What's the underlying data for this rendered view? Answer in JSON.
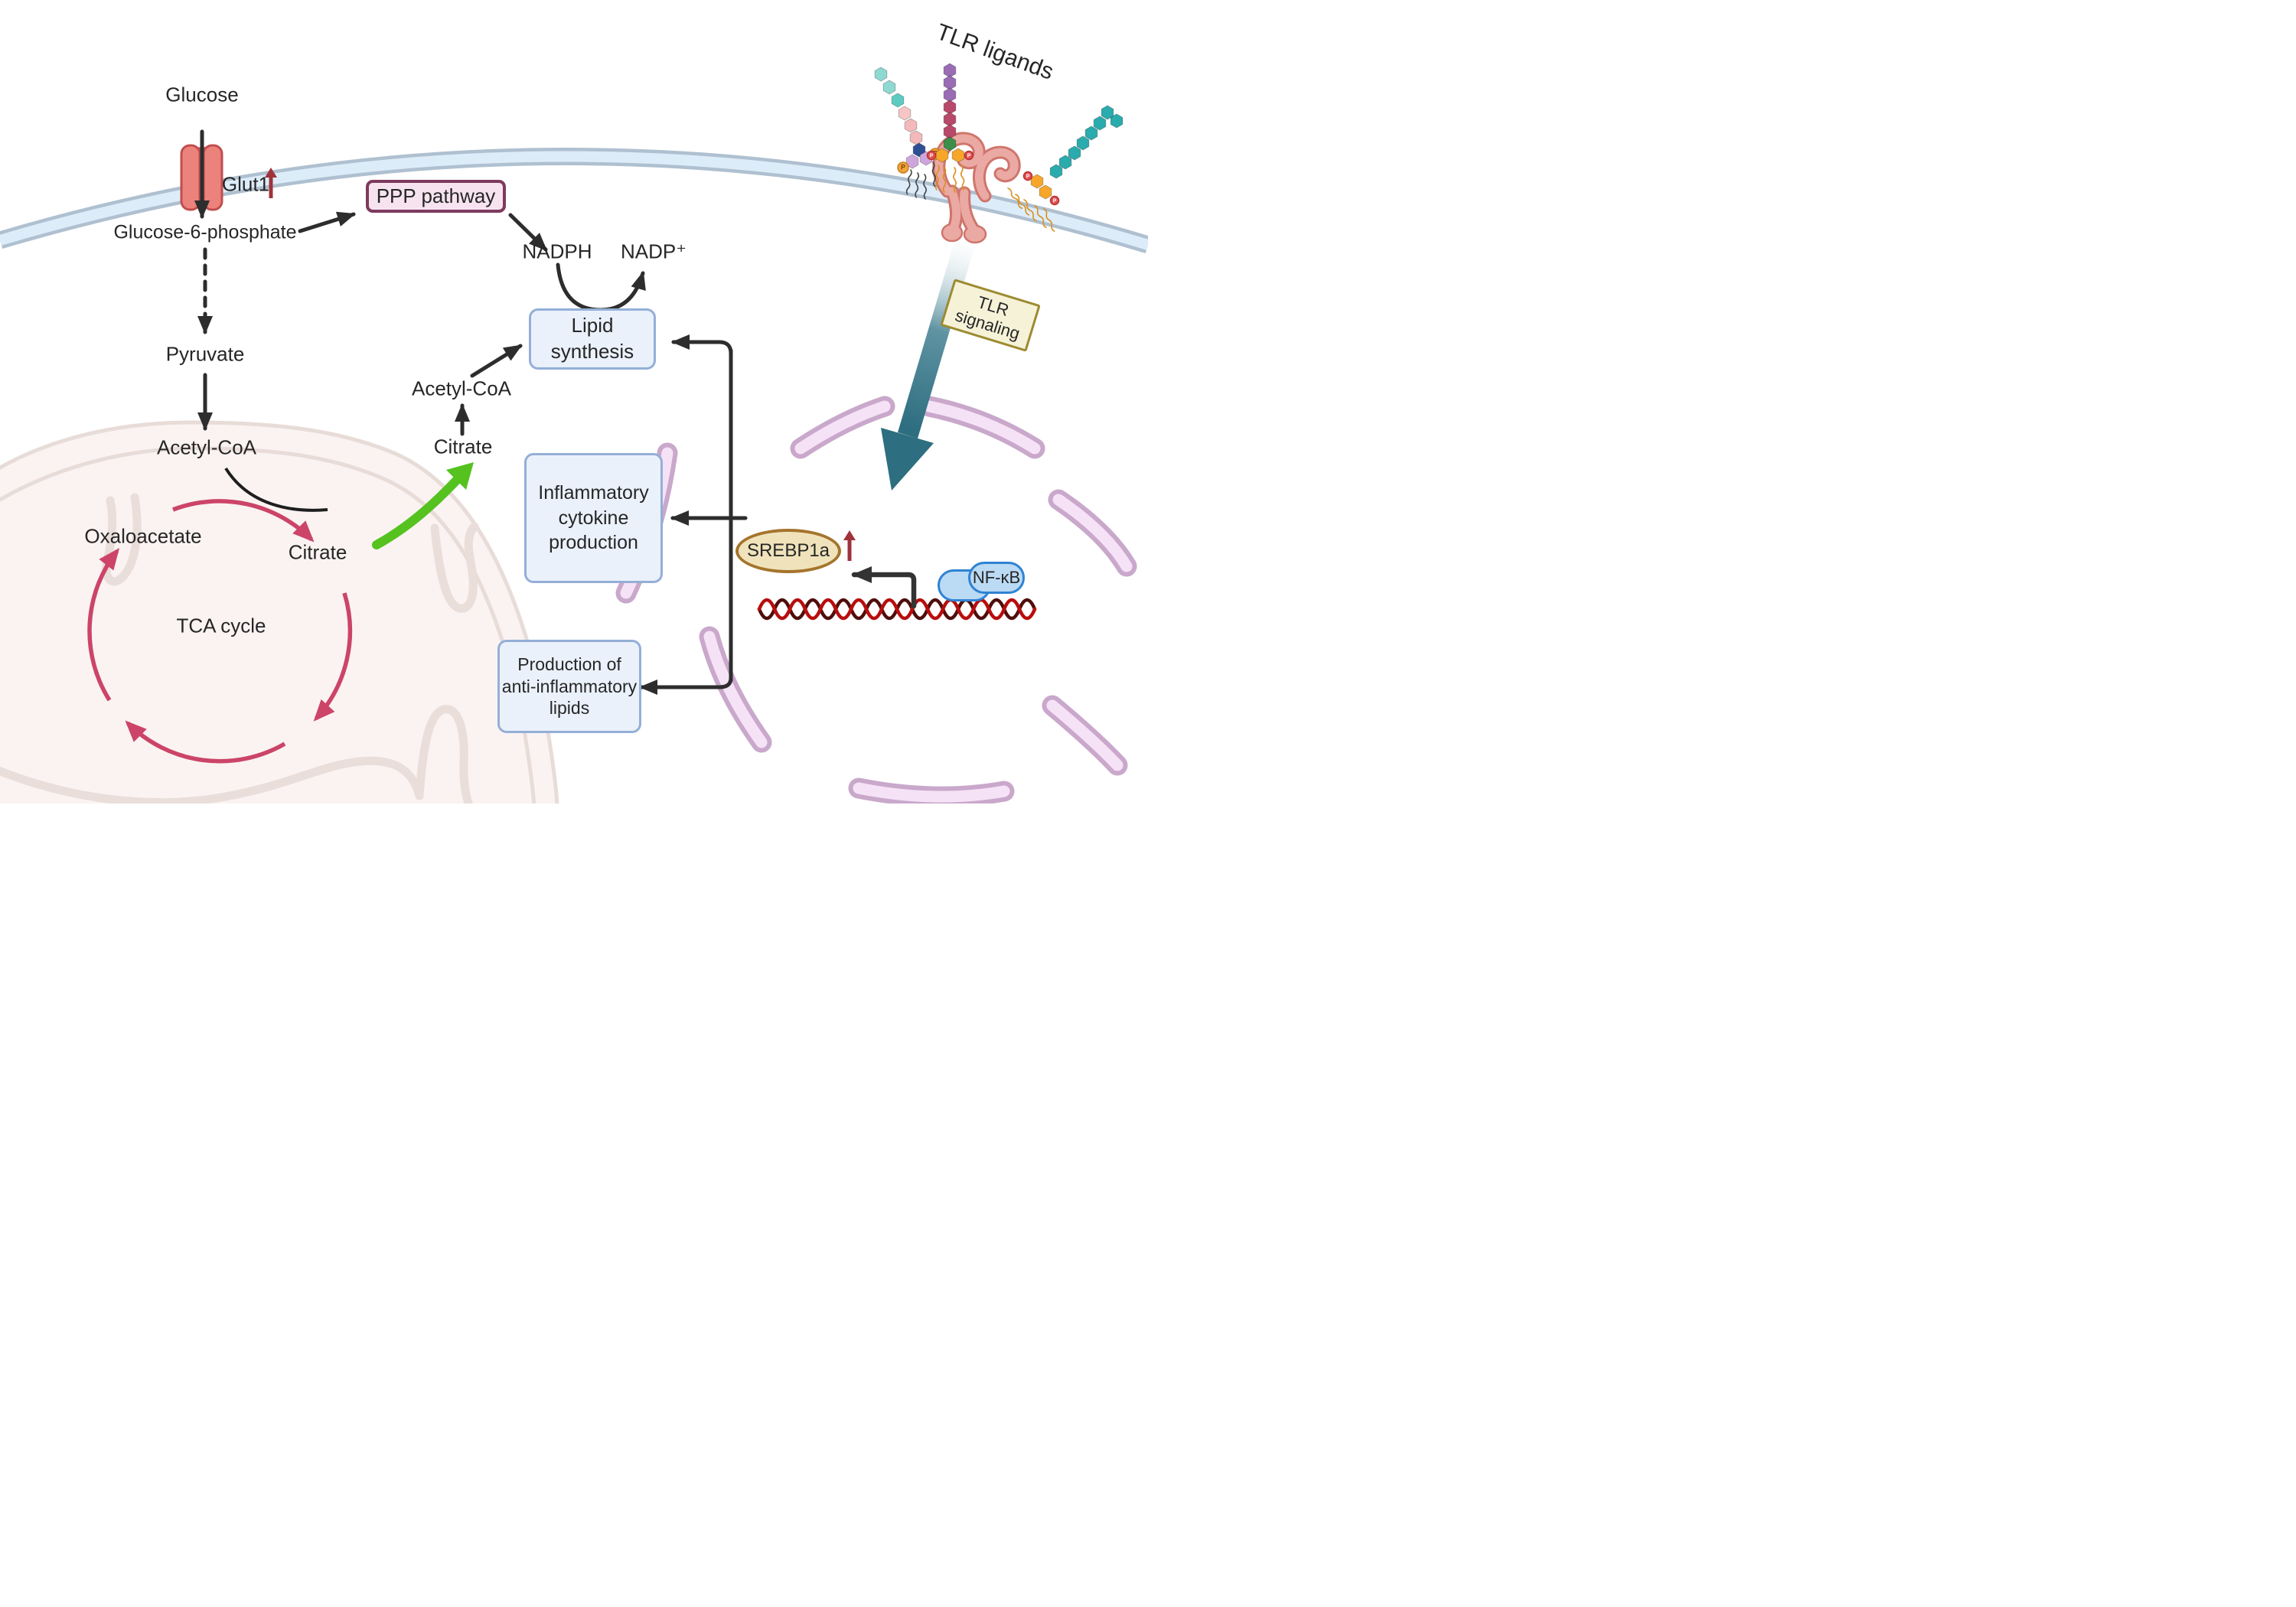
{
  "labels": {
    "glucose": "Glucose",
    "glut1": "Glut1",
    "g6p": "Glucose-6-phosphate",
    "ppp": "PPP pathway",
    "nadph": "NADPH",
    "nadp": "NADP⁺",
    "lipid_synthesis": "Lipid synthesis",
    "pyruvate": "Pyruvate",
    "acetyl_coa_mito": "Acetyl-CoA",
    "oxaloacetate": "Oxaloacetate",
    "citrate_tca": "Citrate",
    "tca_cycle": "TCA cycle",
    "acetyl_coa_cyto": "Acetyl-CoA",
    "citrate_cyto": "Citrate",
    "inflammatory": "Inflammatory cytokine production",
    "anti_inflammatory": "Production of anti-inflammatory lipids",
    "srebp1a": "SREBP1a",
    "nfkb": "NF-κB",
    "tlr_ligands": "TLR ligands",
    "tlr_signaling": "TLR signaling"
  },
  "colors": {
    "membrane_fill": "#ddecf9",
    "membrane_edge": "#afc0d0",
    "ppp_fill": "#f7e3ef",
    "ppp_border": "#7e3a5e",
    "box_fill": "#eaf1fb",
    "box_border": "#94afd7",
    "tca_arrow": "#cc4468",
    "green_arrow": "#55c220",
    "up_arrow_red": "#9e333c",
    "teal_arrow": "#2d6e80",
    "srebp_fill": "#f0e3bb",
    "srebp_border": "#a5742c",
    "nfkb_fill": "#bbdaf4",
    "nfkb_border": "#2f83d3",
    "dna_red": "#b80d0d",
    "dna_dark": "#4f0e0c",
    "nucleus_outline": "#c9a8cb",
    "nucleus_fill": "#f6e2f6",
    "mito_fill": "#faf3f2",
    "mito_line": "#e8dcd8",
    "transporter_fill": "#ec827c",
    "transporter_edge": "#c14e4e",
    "receptor_fill": "#eba9a3",
    "receptor_edge": "#cf756c",
    "tlr_box_fill": "#f5f2d8",
    "tlr_box_border": "#9d8b31",
    "arrow_black": "#2d2d2d"
  },
  "icons": {
    "cell-membrane": "double-line-arc-band",
    "glut1-transporter-icon": "red-channel-protein",
    "mitochondrion-icon": "pale-organelle-blob-with-cristae",
    "nucleus-icon": "pink-dashed-ring-segments",
    "dna-icon": "dark-red-double-helix",
    "tlr-receptor-icon": "salmon-dimer-receptor",
    "tlr-ligand-icons": "bead-chain-glycolipids",
    "teal-signal-arrow": "gradient-arrow",
    "up-arrow-icon": "small-dark-red-arrow"
  }
}
